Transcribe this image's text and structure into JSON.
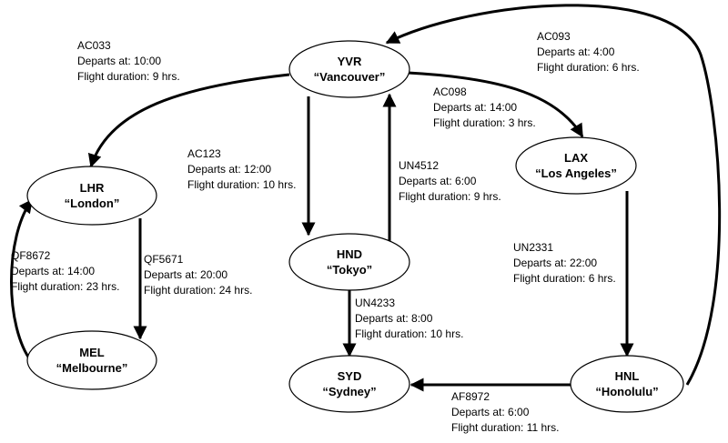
{
  "airports": {
    "yvr": {
      "code": "YVR",
      "city": "“Vancouver”"
    },
    "lhr": {
      "code": "LHR",
      "city": "“London”"
    },
    "lax": {
      "code": "LAX",
      "city": "“Los Angeles”"
    },
    "hnd": {
      "code": "HND",
      "city": "“Tokyo”"
    },
    "mel": {
      "code": "MEL",
      "city": "“Melbourne”"
    },
    "syd": {
      "code": "SYD",
      "city": "“Sydney”"
    },
    "hnl": {
      "code": "HNL",
      "city": "“Honolulu”"
    }
  },
  "flights": {
    "ac033": {
      "number": "AC033",
      "departs": "Departs at: 10:00",
      "duration": "Flight duration: 9 hrs."
    },
    "ac093": {
      "number": "AC093",
      "departs": "Departs at: 4:00",
      "duration": "Flight duration: 6 hrs."
    },
    "ac098": {
      "number": "AC098",
      "departs": "Departs at: 14:00",
      "duration": "Flight duration: 3 hrs."
    },
    "ac123": {
      "number": "AC123",
      "departs": "Departs at: 12:00",
      "duration": "Flight duration: 10 hrs."
    },
    "un4512": {
      "number": "UN4512",
      "departs": "Departs at: 6:00",
      "duration": "Flight duration: 9 hrs."
    },
    "un2331": {
      "number": "UN2331",
      "departs": "Departs at: 22:00",
      "duration": "Flight duration: 6 hrs."
    },
    "qf8672": {
      "number": "QF8672",
      "departs": "Departs at: 14:00",
      "duration": "Flight duration: 23 hrs."
    },
    "qf5671": {
      "number": "QF5671",
      "departs": "Departs at: 20:00",
      "duration": "Flight duration: 24 hrs."
    },
    "un4233": {
      "number": "UN4233",
      "departs": "Departs at: 8:00",
      "duration": "Flight duration: 10 hrs."
    },
    "af8972": {
      "number": "AF8972",
      "departs": "Departs at: 6:00",
      "duration": "Flight duration: 11 hrs."
    }
  }
}
